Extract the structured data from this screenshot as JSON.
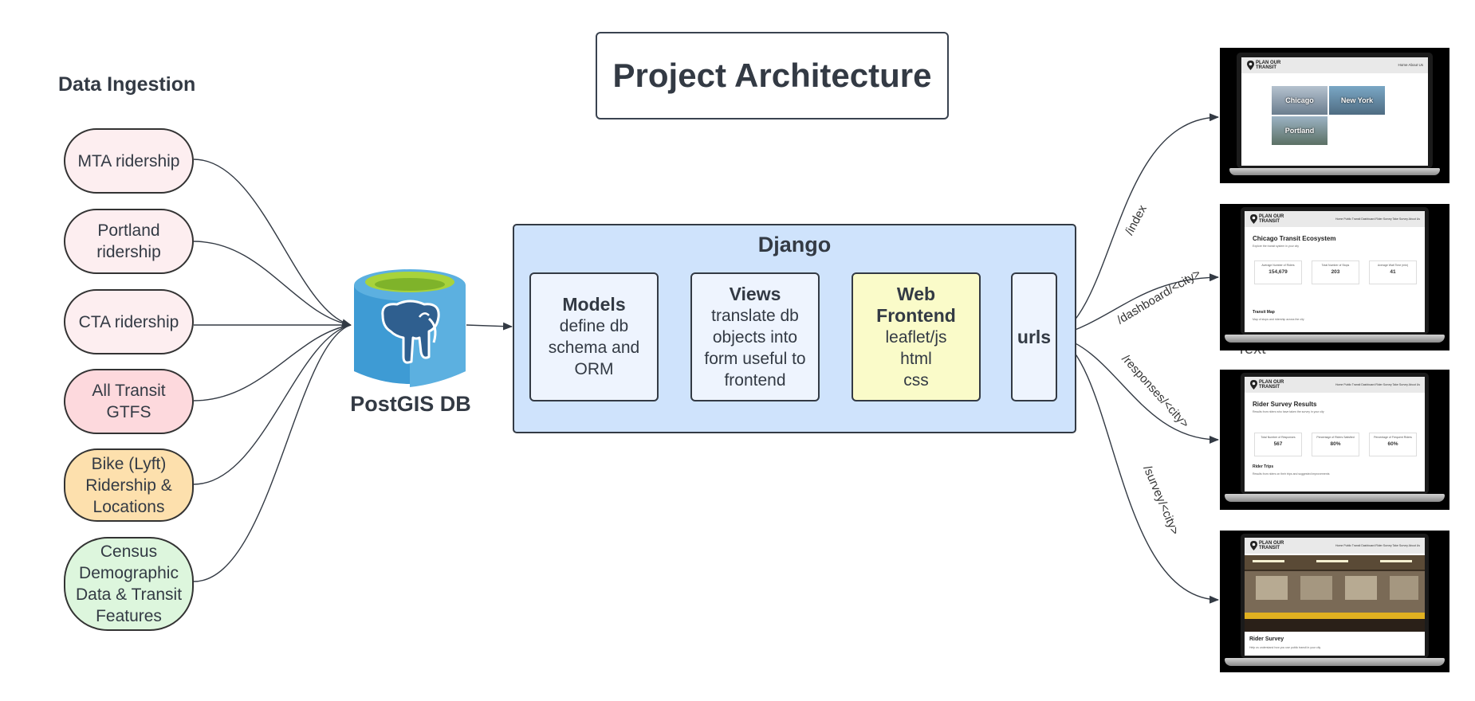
{
  "title": "Project Architecture",
  "ingestion": {
    "heading": "Data Ingestion",
    "sources": [
      {
        "line1": "MTA ridership",
        "line2": "",
        "line3": "",
        "line4": "",
        "color": "#fdeef0"
      },
      {
        "line1": "Portland",
        "line2": "ridership",
        "line3": "",
        "line4": "",
        "color": "#fdeef0"
      },
      {
        "line1": "CTA ridership",
        "line2": "",
        "line3": "",
        "line4": "",
        "color": "#fdeef0"
      },
      {
        "line1": "All Transit",
        "line2": "GTFS",
        "line3": "",
        "line4": "",
        "color": "#fdd9dd"
      },
      {
        "line1": "Bike (Lyft)",
        "line2": "Ridership &",
        "line3": "Locations",
        "line4": "",
        "color": "#fde0ad"
      },
      {
        "line1": "Census",
        "line2": "Demographic",
        "line3": "Data & Transit",
        "line4": "Features",
        "color": "#ddf6dd"
      }
    ]
  },
  "database": {
    "label": "PostGIS DB",
    "colors": {
      "body": "#3e9bd4",
      "top": "#a8d33b",
      "elephant": "#2f5f8f"
    }
  },
  "django": {
    "title": "Django",
    "models": {
      "title": "Models",
      "line1": "define db",
      "line2": "schema and",
      "line3": "ORM"
    },
    "views": {
      "title": "Views",
      "line1": "translate db",
      "line2": "objects into",
      "line3": "form useful to",
      "line4": "frontend"
    },
    "web": {
      "title1": "Web",
      "title2": "Frontend",
      "line1": "leaflet/js",
      "line2": "html",
      "line3": "css"
    },
    "urls": {
      "title": "urls"
    }
  },
  "routes": [
    {
      "label": "/index"
    },
    {
      "label": "/dashboard/<city>"
    },
    {
      "label": "/responses/<city>"
    },
    {
      "label": "/survey/<city>"
    }
  ],
  "stray_text": "Text",
  "screens": {
    "logo": {
      "line1": "PLAN OUR",
      "line2": "TRANSIT"
    },
    "index": {
      "nav": "Home    About Us",
      "cities": [
        "Chicago",
        "New York",
        "Portland"
      ]
    },
    "dashboard": {
      "nav": "Home   Public Transit Dashboard   Rider Survey   Take Survey   About Us",
      "heading": "Chicago Transit Ecosystem",
      "subtext": "Explore the transit system in your city",
      "stats": [
        {
          "label": "Average Number of Riders",
          "value": "154,679"
        },
        {
          "label": "Total Number of Stops",
          "value": "203"
        },
        {
          "label": "Average Wait Time (min)",
          "value": "41"
        }
      ],
      "section": "Transit Map",
      "section_text": "Map of stops and ridership across the city"
    },
    "responses": {
      "nav": "Home   Public Transit Dashboard   Rider Survey   Take Survey   About Us",
      "heading": "Rider Survey Results",
      "subtext": "Results from riders who have taken the survey in your city",
      "stats": [
        {
          "label": "Total Number of Responses",
          "value": "567"
        },
        {
          "label": "Percentage of Riders Satisfied",
          "value": "80%"
        },
        {
          "label": "Percentage of Frequent Riders",
          "value": "60%"
        }
      ],
      "section": "Rider Trips",
      "section_text": "Results from riders on their trips and suggested improvements"
    },
    "survey": {
      "nav": "Home   Public Transit Dashboard   Rider Survey   Take Survey   About Us",
      "heading": "Rider Survey",
      "subtext": "Help us understand how you use public transit in your city"
    }
  }
}
